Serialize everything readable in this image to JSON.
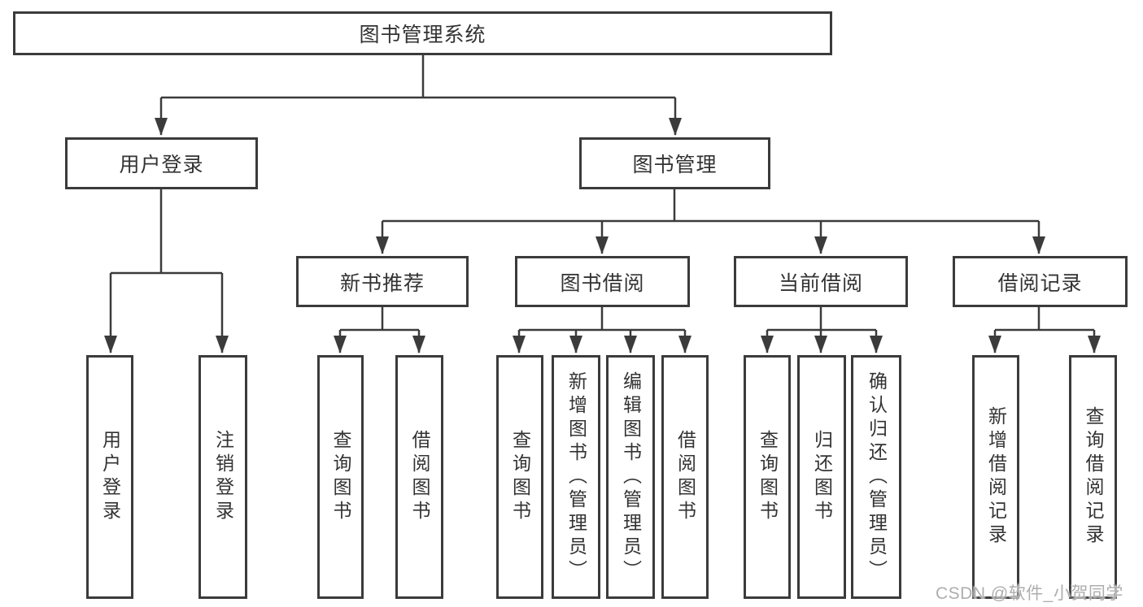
{
  "diagram": {
    "title": "图书管理系统",
    "type": "hierarchy-tree"
  },
  "nodes": {
    "root": {
      "label": "图书管理系统"
    },
    "level2": [
      {
        "label": "用户登录",
        "parent": "图书管理系统"
      },
      {
        "label": "图书管理",
        "parent": "图书管理系统"
      }
    ],
    "level3": [
      {
        "label": "新书推荐",
        "parent": "图书管理"
      },
      {
        "label": "图书借阅",
        "parent": "图书管理"
      },
      {
        "label": "当前借阅",
        "parent": "图书管理"
      },
      {
        "label": "借阅记录",
        "parent": "图书管理"
      }
    ],
    "level4": [
      {
        "label": "用户登录",
        "parent": "用户登录"
      },
      {
        "label": "注销登录",
        "parent": "用户登录"
      },
      {
        "label": "查询图书",
        "parent": "新书推荐"
      },
      {
        "label": "借阅图书",
        "parent": "新书推荐"
      },
      {
        "label": "查询图书",
        "parent": "图书借阅"
      },
      {
        "label": "新增图书（管理员）",
        "parent": "图书借阅"
      },
      {
        "label": "编辑图书（管理员）",
        "parent": "图书借阅"
      },
      {
        "label": "借阅图书",
        "parent": "图书借阅"
      },
      {
        "label": "查询图书",
        "parent": "当前借阅"
      },
      {
        "label": "归还图书",
        "parent": "当前借阅"
      },
      {
        "label": "确认归还（管理员）",
        "parent": "当前借阅"
      },
      {
        "label": "新增借阅记录",
        "parent": "借阅记录"
      },
      {
        "label": "查询借阅记录",
        "parent": "借阅记录"
      }
    ]
  },
  "watermark": {
    "text": "CSDN @软件_小贺同学"
  },
  "colors": {
    "background": "#ffffff",
    "line": "#3b3b3b",
    "box_border": "#3b3b3b",
    "text": "#333333",
    "watermark": "#aeaeae"
  }
}
